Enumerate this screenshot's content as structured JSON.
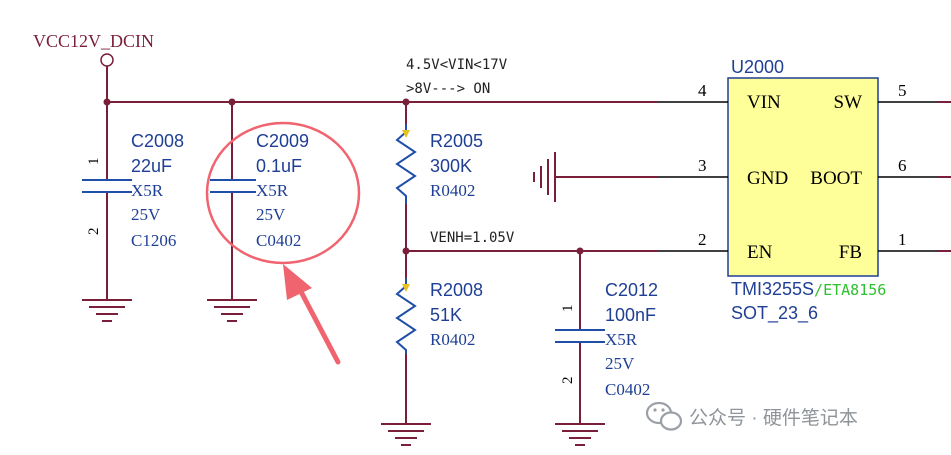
{
  "nets": {
    "vcc_label": "VCC12V_DCIN",
    "vin_note_1": "4.5V<VIN<17V",
    "vin_note_2": ">8V---> ON",
    "venh_label": "VENH=1.05V"
  },
  "components": {
    "c2008": {
      "ref": "C2008",
      "value": "22uF",
      "dielectric": "X5R",
      "voltage": "25V",
      "package": "C1206",
      "pin1": "1",
      "pin2": "2"
    },
    "c2009": {
      "ref": "C2009",
      "value": "0.1uF",
      "dielectric": "X5R",
      "voltage": "25V",
      "package": "C0402"
    },
    "r2005": {
      "ref": "R2005",
      "value": "300K",
      "package": "R0402"
    },
    "r2008": {
      "ref": "R2008",
      "value": "51K",
      "package": "R0402"
    },
    "c2012": {
      "ref": "C2012",
      "value": "100nF",
      "dielectric": "X5R",
      "voltage": "25V",
      "package": "C0402",
      "pin1": "1",
      "pin2": "2"
    }
  },
  "ic": {
    "ref": "U2000",
    "part": "TMI3255S",
    "alt_part": "/ETA8156",
    "package": "SOT_23_6",
    "pins": {
      "vin": {
        "num": "4",
        "name": "VIN"
      },
      "gnd": {
        "num": "3",
        "name": "GND"
      },
      "en": {
        "num": "2",
        "name": "EN"
      },
      "sw": {
        "num": "5",
        "name": "SW"
      },
      "boot": {
        "num": "6",
        "name": "BOOT"
      },
      "fb": {
        "num": "1",
        "name": "FB"
      }
    }
  },
  "watermark": {
    "text": "公众号 · 硬件笔记本"
  },
  "colors": {
    "wire": "#7a1f3a",
    "component": "#1f4fa8",
    "ic_fill": "#ffff99",
    "annotation_circle": "#f06470",
    "alt_part_text": "#2ec02e",
    "net_label": "#7a1f3a"
  }
}
